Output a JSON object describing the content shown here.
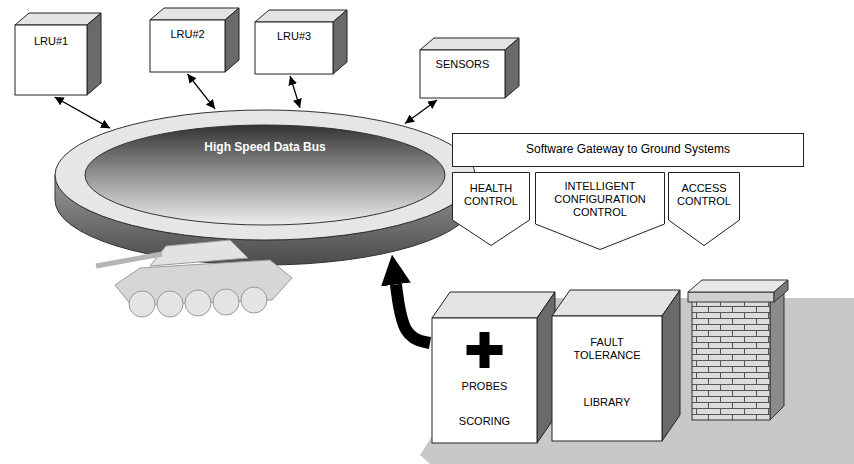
{
  "diagram": {
    "nodes": [
      {
        "text": [
          "LRU#1"
        ]
      },
      {
        "text": [
          "LRU#2"
        ]
      },
      {
        "text": [
          "LRU#3"
        ]
      },
      {
        "text": [
          "SENSORS"
        ]
      },
      {
        "text": [
          "High Speed Data Bus"
        ]
      },
      {
        "text": [
          "Software Gateway to Ground Systems"
        ]
      },
      {
        "text": [
          "HEALTH CONTROL"
        ]
      },
      {
        "text": [
          "INTELLIGENT CONFIGURATION CONTROL"
        ]
      },
      {
        "text": [
          "ACCESS CONTROL"
        ]
      },
      {
        "text": [
          "PROBES",
          "SCORING"
        ]
      },
      {
        "text": [
          "FAULT TOLERANCE",
          "LIBRARY"
        ]
      }
    ],
    "edges": [
      {
        "from": 0,
        "to": 4,
        "arrow": "both"
      },
      {
        "from": 1,
        "to": 4,
        "arrow": "both"
      },
      {
        "from": 2,
        "to": 4,
        "arrow": "both"
      },
      {
        "from": 3,
        "to": 4,
        "arrow": "both"
      },
      {
        "from": 9,
        "to": 4,
        "arrow": "to"
      }
    ]
  }
}
